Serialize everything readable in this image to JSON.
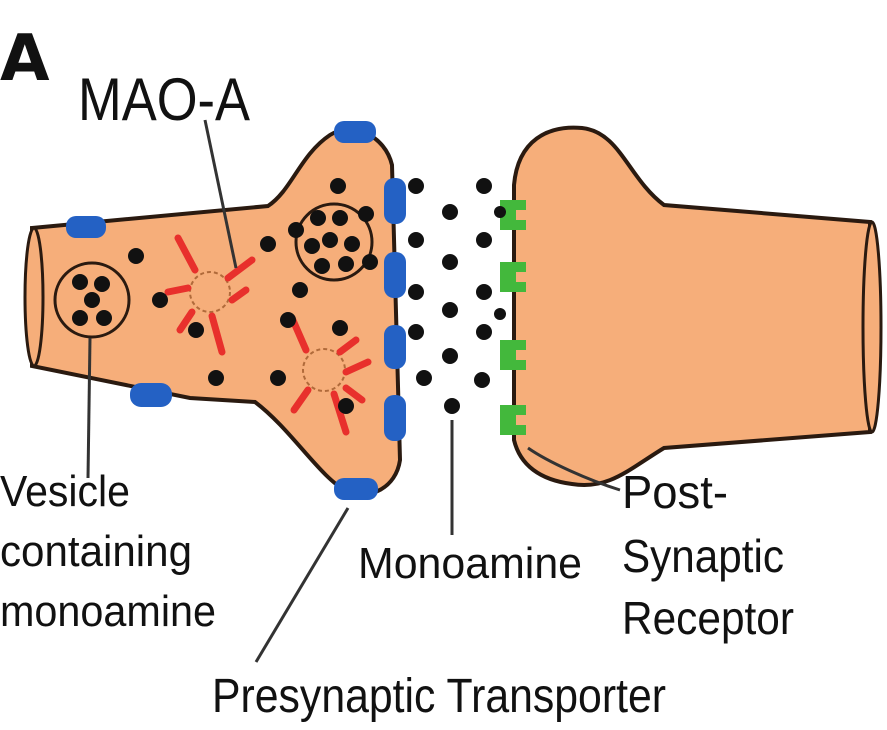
{
  "figure": {
    "panel_letter": "A",
    "labels": {
      "mao": "MAO-A",
      "vesicle": [
        "Vesicle",
        "containing",
        "monoamine"
      ],
      "monoamine": "Monoamine",
      "receptor": [
        "Post-",
        "Synaptic",
        "Receptor"
      ],
      "transporter": "Presynaptic Transporter"
    },
    "colors": {
      "neuron": "#f6ae7a",
      "outline": "#2a1a10",
      "transporter": "#2461c4",
      "receptor": "#43b83c",
      "mao_enzyme": "#e8302c",
      "monoamine": "#111111"
    }
  }
}
